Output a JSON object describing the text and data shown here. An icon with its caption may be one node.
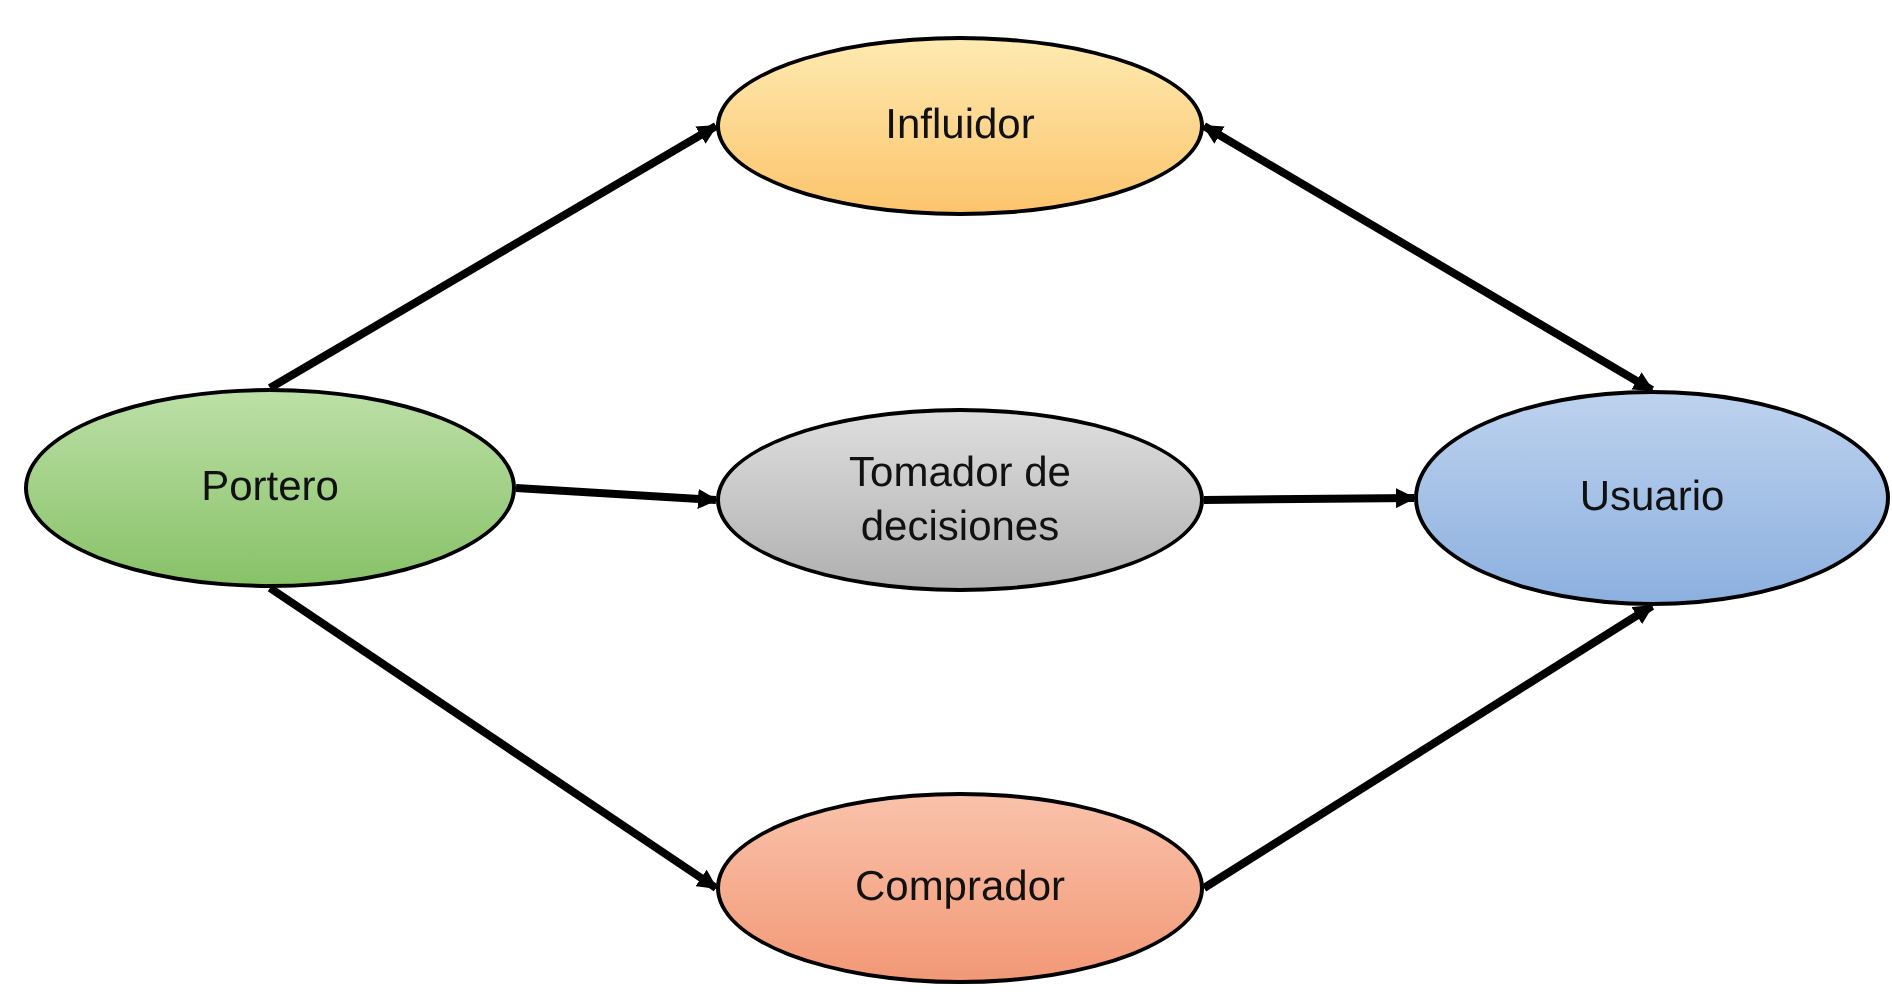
{
  "diagram": {
    "nodes": [
      {
        "text": [
          "Influidor"
        ]
      },
      {
        "text": [
          "Portero"
        ]
      },
      {
        "text": [
          "Tomador de decisiones"
        ]
      },
      {
        "text": [
          "Usuario"
        ]
      },
      {
        "text": [
          "Comprador"
        ]
      }
    ],
    "edges": [
      {
        "from": 1,
        "to": 0,
        "arrow": "to"
      },
      {
        "from": 0,
        "to": 3,
        "arrow": "both"
      },
      {
        "from": 1,
        "to": 2,
        "arrow": "to"
      },
      {
        "from": 2,
        "to": 3,
        "arrow": "to"
      },
      {
        "from": 1,
        "to": 4,
        "arrow": "to"
      },
      {
        "from": 4,
        "to": 3,
        "arrow": "to"
      }
    ]
  }
}
